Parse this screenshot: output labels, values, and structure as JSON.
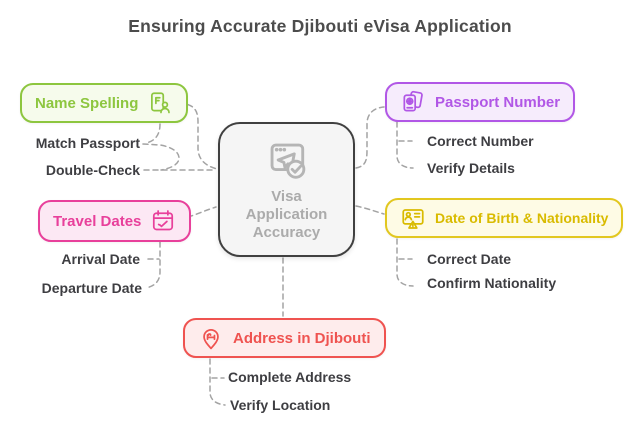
{
  "title": "Ensuring Accurate Djibouti eVisa Application",
  "center": {
    "icon": "visa-application-check-icon",
    "lines": [
      "Visa",
      "Application",
      "Accuracy"
    ],
    "fill": "#f5f5f5",
    "border_color": "#404040",
    "text_color": "#ababab"
  },
  "branches": {
    "name_spelling": {
      "label": "Name Spelling",
      "icon": "passport-holder-icon",
      "accent": "#8dc63f",
      "fill": "#f6fbec",
      "items": [
        "Match Passport",
        "Double-Check"
      ]
    },
    "travel_dates": {
      "label": "Travel Dates",
      "icon": "calendar-check-icon",
      "accent": "#e8409b",
      "fill": "#fce8f4",
      "items": [
        "Arrival Date",
        "Departure Date"
      ]
    },
    "passport_number": {
      "label": "Passport Number",
      "icon": "passport-icon",
      "accent": "#b157e6",
      "fill": "#f6ecfc",
      "items": [
        "Correct Number",
        "Verify Details"
      ]
    },
    "dob_nationality": {
      "label": "Date of Birth & Nationality",
      "icon": "id-card-warning-icon",
      "accent": "#d9bb00",
      "border": "#e2c71f",
      "fill": "#fefbe5",
      "items": [
        "Correct Date",
        "Confirm Nationality"
      ]
    },
    "address": {
      "label": "Address in Djibouti",
      "icon": "location-bed-icon",
      "accent": "#ef5350",
      "fill": "#feecec",
      "items": [
        "Complete Address",
        "Verify Location"
      ]
    }
  },
  "colors": {
    "connector": "#a3a3a3",
    "label_text": "#3e3e42",
    "title_text": "#4c4c4c",
    "background": "#ffffff"
  }
}
